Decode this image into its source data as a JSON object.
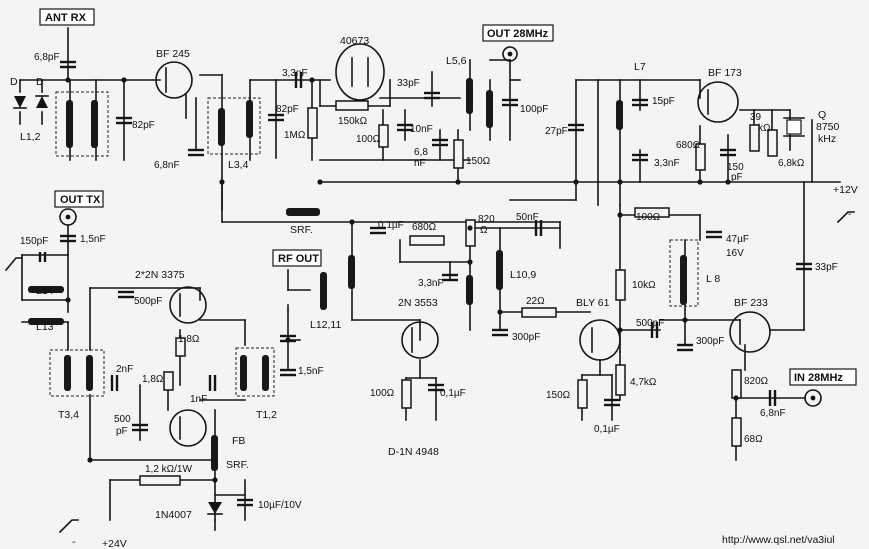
{
  "ports": {
    "ant_rx": "ANT RX",
    "out_28": "OUT 28MHz",
    "out_tx": "OUT TX",
    "rf_out": "RF OUT",
    "in_28": "IN 28MHz",
    "plus12": "+12V",
    "plus24": "+24V",
    "minus_a": "-",
    "minus_b": "-"
  },
  "semis": {
    "bf245": "BF 245",
    "m40673": "40673",
    "bf173": "BF 173",
    "q2n3375": "2*2N 3375",
    "q2n3553": "2N 3553",
    "bly61": "BLY 61",
    "bf233": "BF 233",
    "d1": "D",
    "d2": "D",
    "d1n4007": "1N4007",
    "dnote": "D-1N 4948",
    "crystal_q": "Q",
    "crystal_f": "8750",
    "crystal_u": "kHz"
  },
  "coils": {
    "l12": "L1,2",
    "l34": "L3,4",
    "l56": "L5,6",
    "l7": "L7",
    "l14": "L14",
    "l13": "L13",
    "t34": "T3,4",
    "t12": "T1,2",
    "l1211": "L12,11",
    "l109": "L10,9",
    "l8": "L 8",
    "srf1": "SRF.",
    "srf2": "SRF.",
    "fb": "FB"
  },
  "parts": {
    "c68pf": "6,8pF",
    "c82pf_a": "82pF",
    "c68nf_a": "6,8nF",
    "c33nf_a": "3,3nF",
    "c82pf_b": "82pF",
    "r1m": "1MΩ",
    "r150k": "150kΩ",
    "r100_a": "100Ω",
    "c33pf_a": "33pF",
    "c10nf": "10nF",
    "c68nf_b": "6,8",
    "c68nf_b2": "nF",
    "r150_a": "150Ω",
    "c100pf": "100pF",
    "c27pf": "27pF",
    "c15pf": "15pF",
    "r680_a": "680Ω",
    "c150pf_a": "150",
    "c150pf_a2": "pF",
    "r39k": "39",
    "r39k2": "kΩ",
    "r68k": "6,8kΩ",
    "c33nf_b": "3,3nF",
    "c01uf_a": "0,1µF",
    "r680_b": "680Ω",
    "c33nf_c": "3,3nF",
    "r820_a": "820",
    "r820_a2": "Ω",
    "c50nf": "50nF",
    "r100_b": "100Ω",
    "c47uf": "47µF",
    "c47uf2": "16V",
    "r10k": "10kΩ",
    "c33pf_b": "33pF",
    "c150pf_b": "150pF",
    "c15nf_a": "1,5nF",
    "c500pf_a": "500pF",
    "r18_a": "1,8Ω",
    "r18_b": "1,8Ω",
    "c2nf": "2nF",
    "c500pf_b": "500",
    "c500pf_b2": "pF",
    "c1nf": "1nF",
    "c15nf_b": "1,5nF",
    "r22": "22Ω",
    "c300pf_a": "300pF",
    "c500pf_c": "500pF",
    "c300pf_b": "300pF",
    "r100_c": "100Ω",
    "c01uf_b": "0,1µF",
    "r150_b": "150Ω",
    "c01uf_c": "0,1µF",
    "r47k": "4,7kΩ",
    "r820_b": "820Ω",
    "c68nf_c": "6,8nF",
    "r68": "68Ω",
    "r12k": "1,2 kΩ/1W",
    "c10uf": "10µF/10V"
  },
  "footer": {
    "url": "http://www.qsl.net/va3iul"
  }
}
